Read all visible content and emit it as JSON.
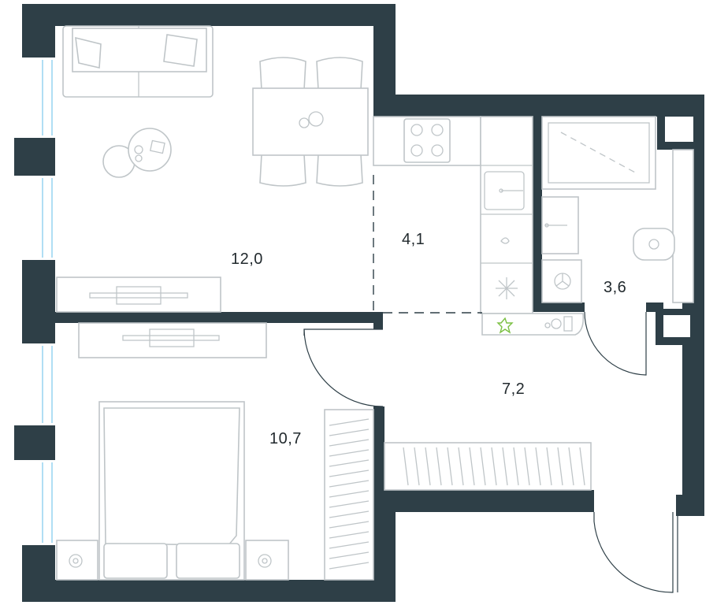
{
  "plan": {
    "living_room_area": "12,0",
    "kitchen_area": "4,1",
    "bathroom_area": "3,6",
    "hallway_area": "7,2",
    "bedroom_area": "10,7"
  },
  "colors": {
    "wall": "#2e3f47",
    "furniture_stroke": "#bfc5c8",
    "window_glass": "#8fd0f0",
    "accent_star": "#7bc043"
  }
}
